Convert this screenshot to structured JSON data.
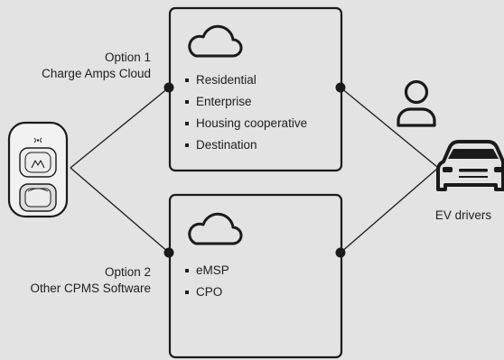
{
  "option1": {
    "title": "Option 1",
    "subtitle": "Charge Amps Cloud",
    "items": [
      "Residential",
      "Enterprise",
      "Housing cooperative",
      "Destination"
    ]
  },
  "option2": {
    "title": "Option 2",
    "subtitle": "Other CPMS Software",
    "items": [
      "eMSP",
      "CPO"
    ]
  },
  "drivers": {
    "label": "EV drivers"
  },
  "icons": {
    "charger": "ev-charger-icon",
    "cloud": "cloud-icon",
    "person": "person-icon",
    "car": "car-icon"
  },
  "colors": {
    "background": "#e3e3e3",
    "stroke": "#1a1a1a",
    "box_fill": "#e3e3e3"
  }
}
